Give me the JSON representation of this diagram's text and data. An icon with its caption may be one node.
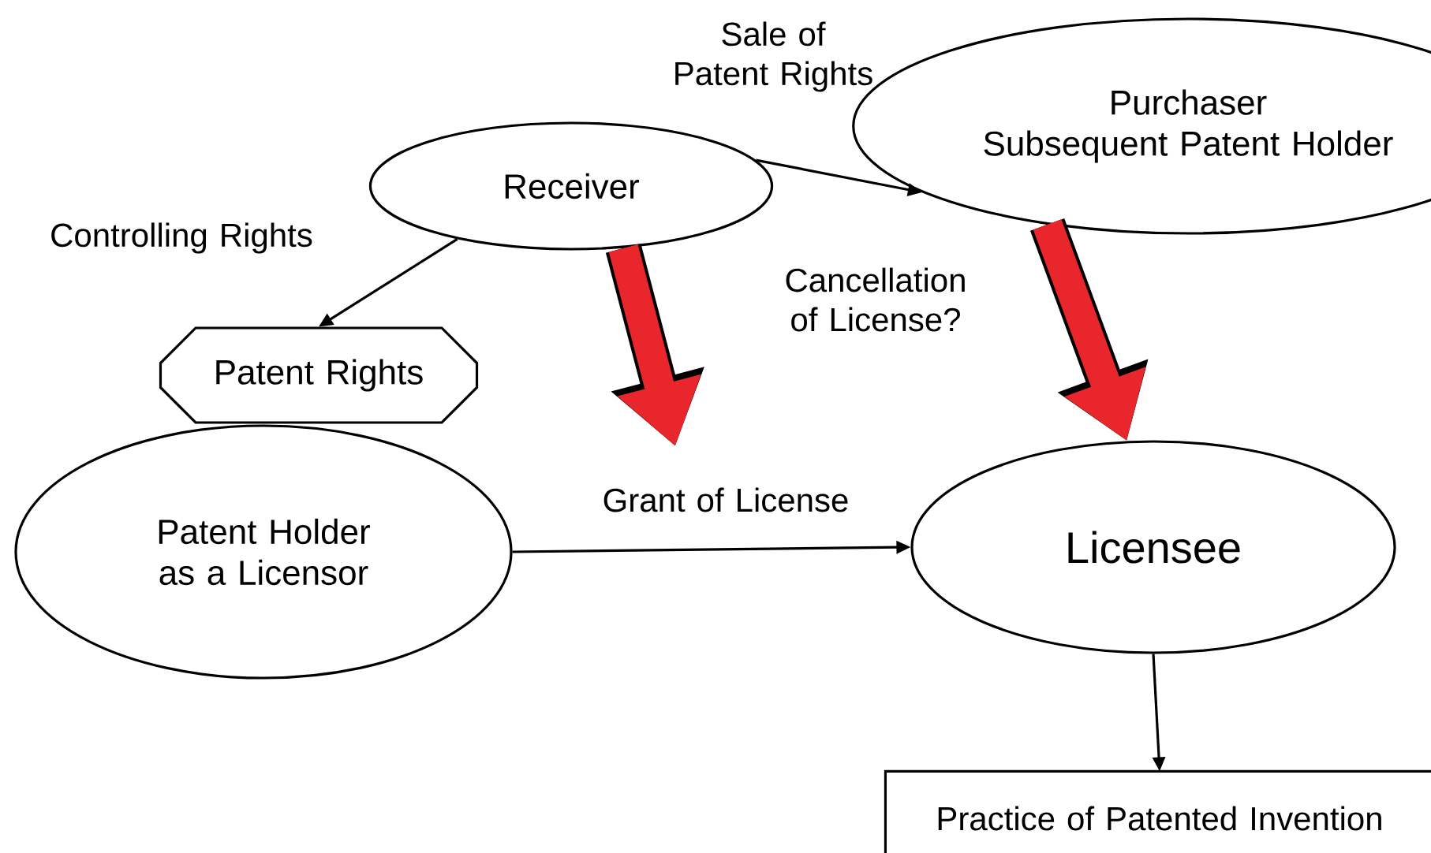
{
  "diagram": {
    "nodes": [
      {
        "text": [
          "Receiver"
        ]
      },
      {
        "text": [
          "Purchaser",
          "Subsequent Patent Holder"
        ]
      },
      {
        "text": [
          "Patent Rights"
        ]
      },
      {
        "text": [
          "Patent Holder as a Licensor"
        ]
      },
      {
        "text": [
          "Licensee"
        ]
      },
      {
        "text": [
          "Practice of Patented Invention"
        ]
      }
    ],
    "edges": [
      {
        "from": 0,
        "to": 2,
        "arrow": "to",
        "label": "Controlling Rights"
      },
      {
        "from": 0,
        "to": 1,
        "arrow": "to",
        "label": "Sale of Patent Rights"
      },
      {
        "from": 0,
        "to": null,
        "arrow": "to",
        "style": "thick",
        "color": "#e8262b"
      },
      {
        "from": 1,
        "to": 4,
        "arrow": "to",
        "style": "thick",
        "color": "#e8262b",
        "label": "Cancellation of License?"
      },
      {
        "from": 3,
        "to": 4,
        "arrow": "to",
        "label": "Grant of License"
      },
      {
        "from": 4,
        "to": 5,
        "arrow": "to"
      }
    ]
  }
}
